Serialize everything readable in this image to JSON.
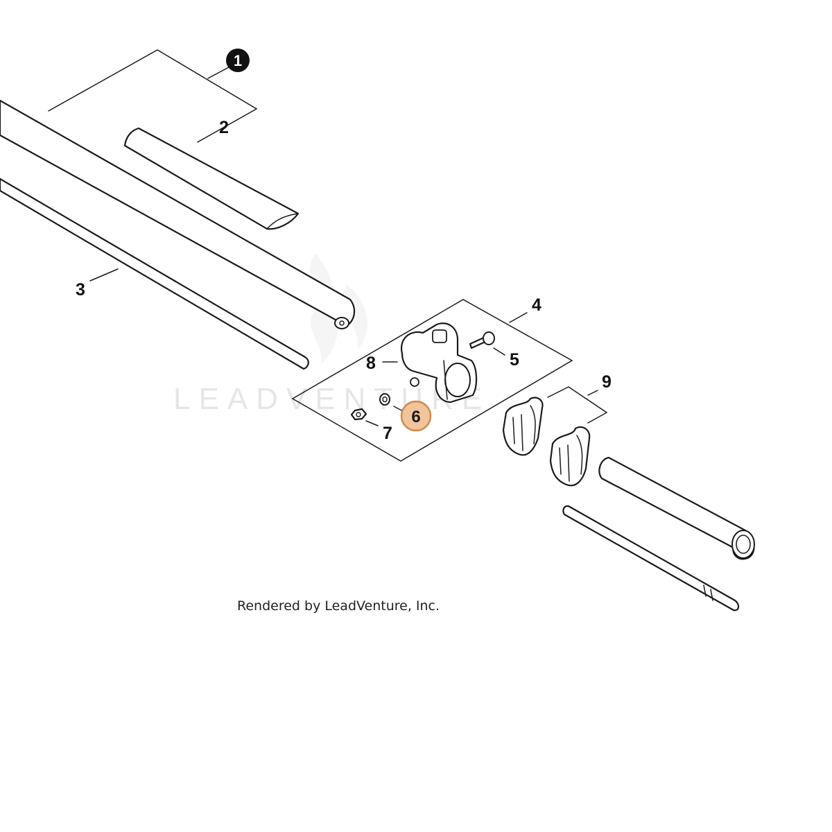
{
  "diagram": {
    "watermark_text": "LEADVENTURE",
    "footer_text": "Rendered by LeadVenture, Inc.",
    "callouts": [
      {
        "id": "1",
        "style": "filled-circle"
      },
      {
        "id": "2",
        "style": "plain"
      },
      {
        "id": "3",
        "style": "plain"
      },
      {
        "id": "4",
        "style": "plain"
      },
      {
        "id": "5",
        "style": "plain"
      },
      {
        "id": "6",
        "style": "highlighted"
      },
      {
        "id": "7",
        "style": "plain"
      },
      {
        "id": "8",
        "style": "plain"
      },
      {
        "id": "9",
        "style": "plain"
      }
    ],
    "colors": {
      "highlight_fill": "#f2c49b",
      "highlight_stroke": "#d0884a",
      "line": "#1a1a1a",
      "watermark": "#e6e6e6"
    }
  }
}
